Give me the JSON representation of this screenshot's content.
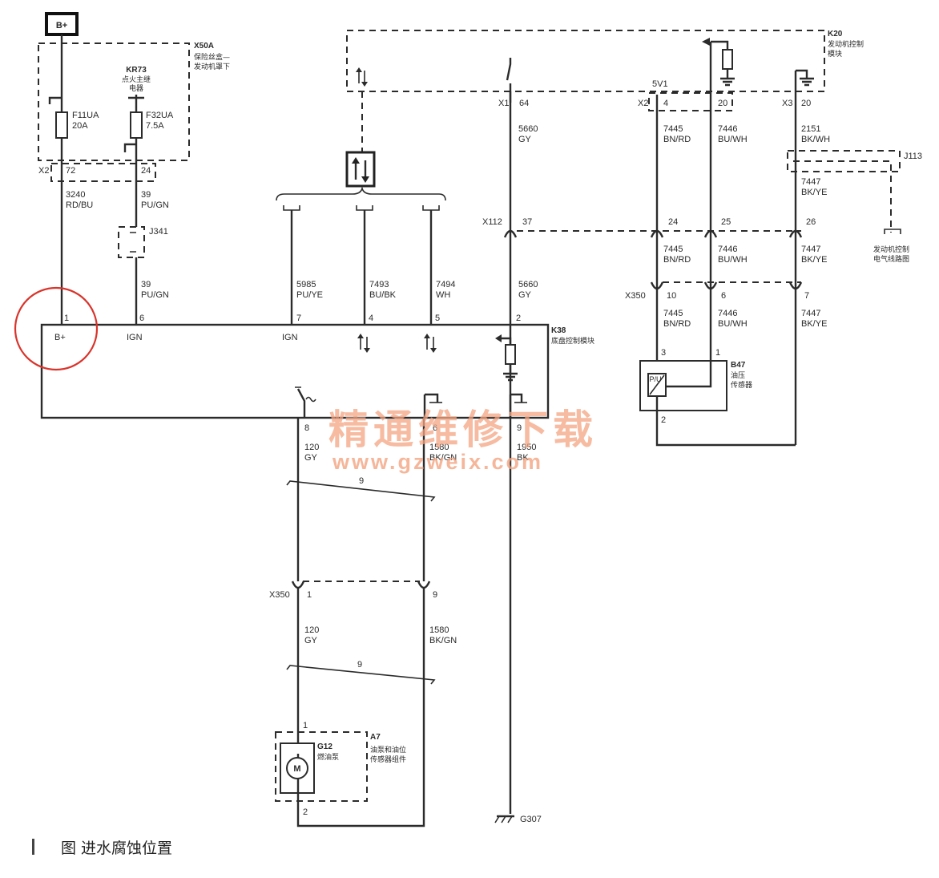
{
  "battery": {
    "label": "B+"
  },
  "fuse_block": {
    "tag": "X50A",
    "name_line1": "保险丝盒—",
    "name_line2": "发动机罩下"
  },
  "relay": {
    "tag": "KR73",
    "name_line1": "点火主继",
    "name_line2": "电器"
  },
  "fuses": [
    {
      "name": "F11UA",
      "rating": "20A"
    },
    {
      "name": "F32UA",
      "rating": "7.5A"
    }
  ],
  "connector_x2": {
    "tag": "X2",
    "pin_a": "72",
    "pin_b": "24"
  },
  "wires": {
    "w3240": {
      "num": "3240",
      "color": "RD/BU"
    },
    "w39a": {
      "num": "39",
      "color": "PU/GN"
    },
    "w39b": {
      "num": "39",
      "color": "PU/GN"
    },
    "w5985": {
      "num": "5985",
      "color": "PU/YE"
    },
    "w7493": {
      "num": "7493",
      "color": "BU/BK"
    },
    "w7494": {
      "num": "7494",
      "color": "WH"
    },
    "w5660a": {
      "num": "5660",
      "color": "GY"
    },
    "w5660b": {
      "num": "5660",
      "color": "GY"
    },
    "w7445a": {
      "num": "7445",
      "color": "BN/RD"
    },
    "w7446a": {
      "num": "7446",
      "color": "BU/WH"
    },
    "w2151": {
      "num": "2151",
      "color": "BK/WH"
    },
    "w7447a": {
      "num": "7447",
      "color": "BK/YE"
    },
    "w7445b": {
      "num": "7445",
      "color": "BN/RD"
    },
    "w7446b": {
      "num": "7446",
      "color": "BU/WH"
    },
    "w7447b": {
      "num": "7447",
      "color": "BK/YE"
    },
    "w7445c": {
      "num": "7445",
      "color": "BN/RD"
    },
    "w7446c": {
      "num": "7446",
      "color": "BU/WH"
    },
    "w7447c": {
      "num": "7447",
      "color": "BK/YE"
    },
    "w120a": {
      "num": "120",
      "color": "GY"
    },
    "w1580a": {
      "num": "1580",
      "color": "BK/GN"
    },
    "w1950": {
      "num": "1950",
      "color": "BK"
    },
    "w120b": {
      "num": "120",
      "color": "GY"
    },
    "w1580b": {
      "num": "1580",
      "color": "BK/GN"
    }
  },
  "splice_j341": {
    "tag": "J341"
  },
  "splice_j113": {
    "tag": "J113",
    "note_line1": "发动机控制",
    "note_line2": "电气线路图"
  },
  "module_k20": {
    "tag": "K20",
    "name_line1": "发动机控制",
    "name_line2": "模块"
  },
  "k20_pins": {
    "x1": "X1",
    "x1_pin": "64",
    "x2": "X2",
    "x2_pin_a": "4",
    "x2_pin_b": "20",
    "v5": "5V1",
    "x3": "X3",
    "x3_pin": "20"
  },
  "x112": {
    "tag": "X112",
    "pin_a": "37",
    "pin_b": "24",
    "pin_c": "25",
    "pin_d": "26"
  },
  "x350_top": {
    "tag": "X350",
    "pin_a": "10",
    "pin_b": "6",
    "pin_c": "7"
  },
  "module_k38": {
    "tag": "K38",
    "name": "底盘控制模块"
  },
  "k38_pins": {
    "p1": "1",
    "p1_label": "B+",
    "p6": "6",
    "p6_label": "IGN",
    "p7": "7",
    "p7_label": "IGN",
    "p4": "4",
    "p5": "5",
    "p2": "2",
    "p8": "8",
    "p6b": "6",
    "p9": "9"
  },
  "sensor_b47": {
    "tag": "B47",
    "name_line1": "油压",
    "name_line2": "传感器",
    "pin_a": "3",
    "pin_b": "1",
    "pin_c": "2",
    "symbol": "P/U"
  },
  "twist_label": "9",
  "twist_label_2": "9",
  "x350_bottom": {
    "tag": "X350",
    "pin_a": "1",
    "pin_b": "9"
  },
  "fuel_pump": {
    "tag": "G12",
    "name": "燃油泵",
    "symbol": "M",
    "pin_a": "1",
    "pin_b": "2"
  },
  "assembly_a7": {
    "tag": "A7",
    "name_line1": "油泵和油位",
    "name_line2": "传感器组件"
  },
  "ground_g307": {
    "tag": "G307"
  },
  "watermark": {
    "line1": "精通维修下载",
    "line2": "www.gzweix.com"
  },
  "caption": {
    "text": "图  进水腐蚀位置"
  },
  "highlight": {
    "color": "#d9342b"
  }
}
